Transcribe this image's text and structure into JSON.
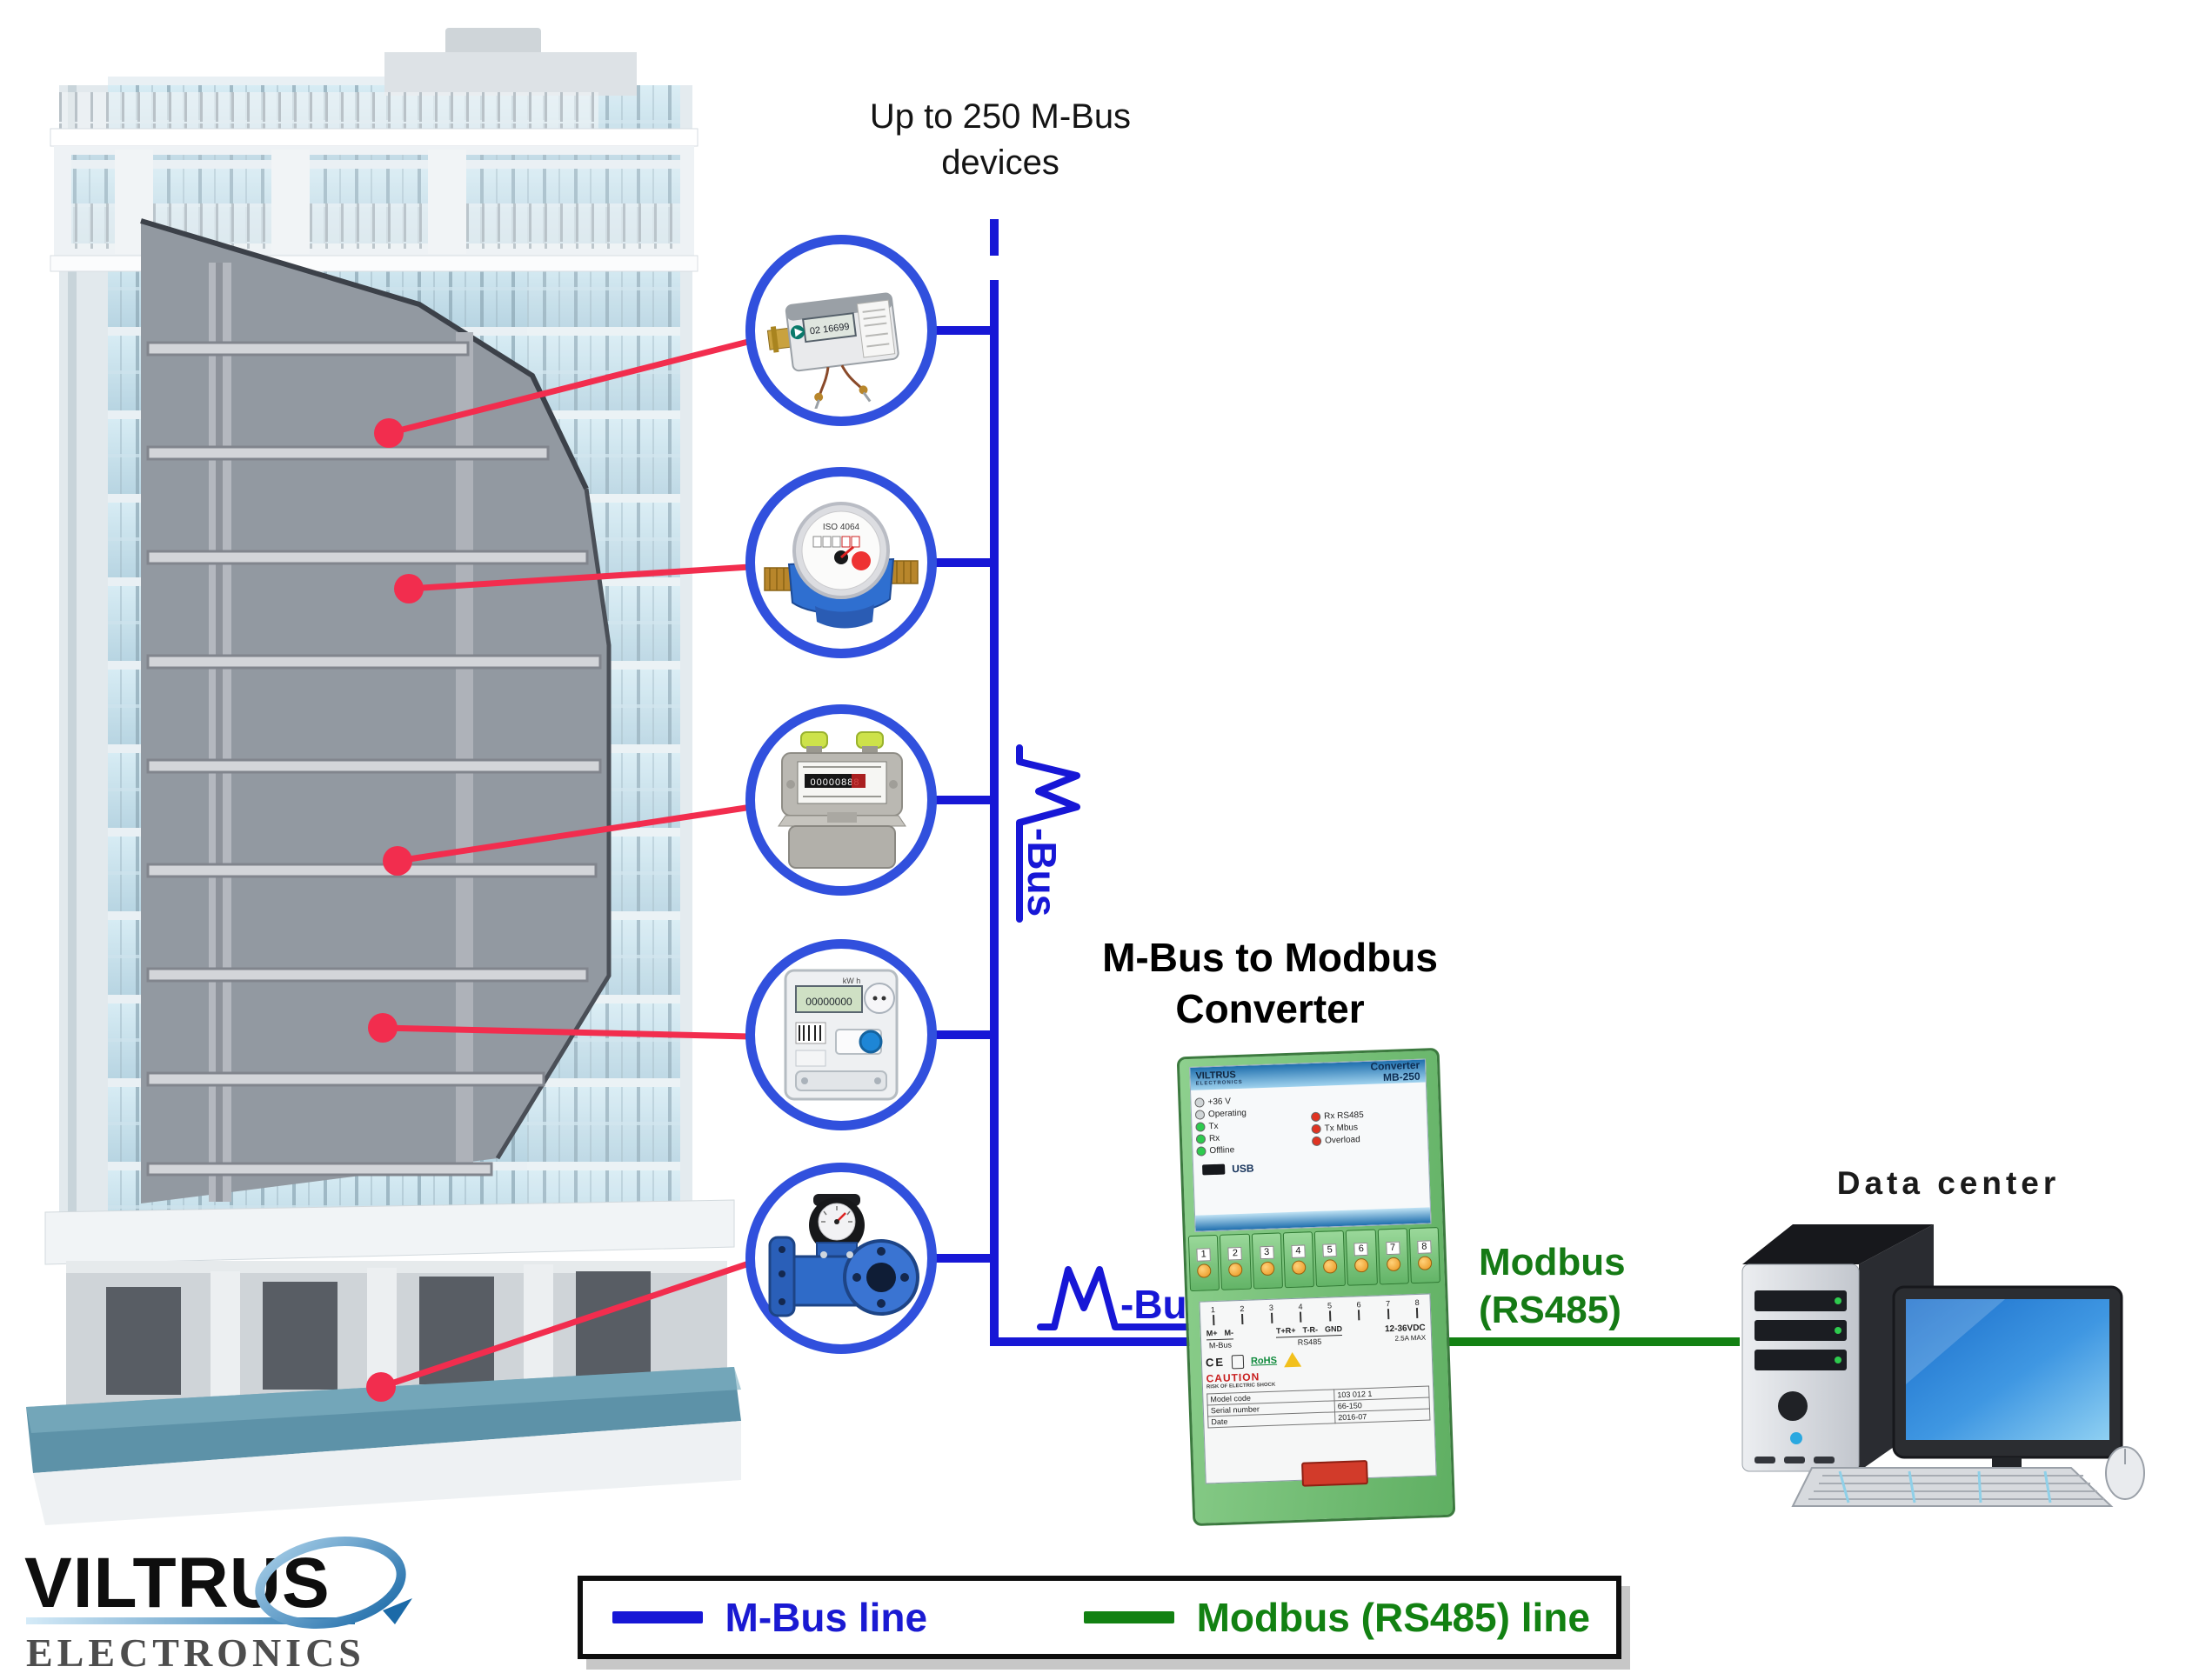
{
  "header": {
    "devices_note_line1": "Up to 250 M-Bus",
    "devices_note_line2": "devices"
  },
  "bus": {
    "logo_suffix": "-Bus"
  },
  "meters": [
    {
      "id": "heat-meter",
      "display": "02 16699"
    },
    {
      "id": "water-meter",
      "standard": "ISO 4064"
    },
    {
      "id": "gas-meter",
      "counter": "00000888"
    },
    {
      "id": "electricity-meter",
      "display": "00000000",
      "units": "kW h"
    },
    {
      "id": "industrial-water-meter"
    }
  ],
  "converter": {
    "title_line1": "M-Bus to Modbus",
    "title_line2": "Converter",
    "brand_line1": "VILTRUS",
    "brand_line2": "ELECTRONICS",
    "model_line1": "Converter",
    "model_line2": "MB-250",
    "leds_left": [
      "+36 V",
      "Operating",
      "Tx",
      "Rx",
      "Offline"
    ],
    "leds_right": [
      "Rx RS485",
      "Tx Mbus",
      "Overload"
    ],
    "usb_label": "USB",
    "terminals": [
      "1",
      "2",
      "3",
      "4",
      "5",
      "6",
      "7",
      "8"
    ],
    "wiring": {
      "mbus_plus": "M+",
      "mbus_minus": "M-",
      "mbus_group": "M-Bus",
      "rs485_a": "T+R+",
      "rs485_b": "T-R-",
      "gnd": "GND",
      "rs485_group": "RS485",
      "power": "12-36VDC",
      "power_max": "2.5A MAX",
      "ce": "CE",
      "rohs": "RoHS",
      "caution": "CAUTION",
      "caution_sub": "RISK OF ELECTRIC SHOCK"
    },
    "info_rows": [
      {
        "label": "Model code",
        "value": "103 012 1"
      },
      {
        "label": "Serial number",
        "value": "66-150"
      },
      {
        "label": "Date",
        "value": "2016-07"
      }
    ]
  },
  "modbus_label": {
    "line1": "Modbus",
    "line2": "(RS485)"
  },
  "data_center": {
    "title": "Data center"
  },
  "logo": {
    "name": "VILTRUS",
    "sub": "ELECTRONICS"
  },
  "legend": {
    "mbus": "M-Bus line",
    "modbus": "Modbus (RS485) line"
  },
  "colors": {
    "mbus_blue": "#1717d6",
    "modbus_green": "#128112",
    "marker_red": "#f22d4e",
    "circle_blue": "#3150dd"
  }
}
